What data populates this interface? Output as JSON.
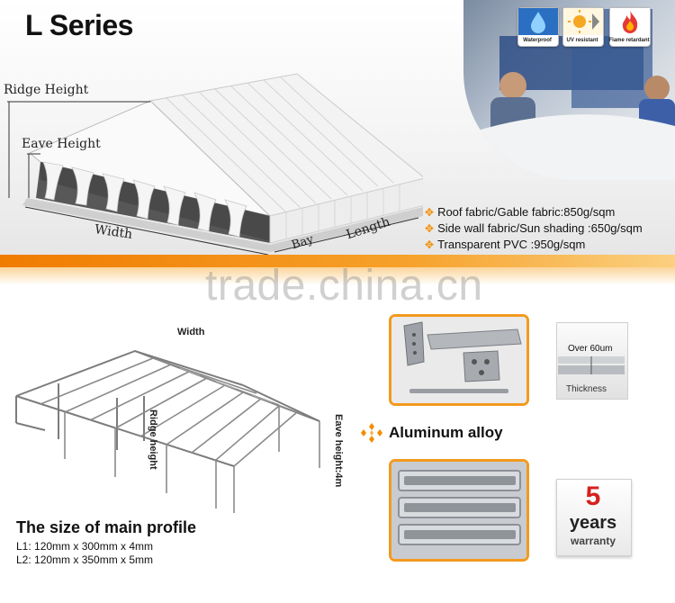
{
  "header": {
    "title": "L Series"
  },
  "tent_diagram": {
    "ridge_height_label": "Ridge Height",
    "eave_height_label": "Eave Height",
    "width_label": "Width",
    "bay_label": "Bay",
    "length_label": "Length"
  },
  "badges": [
    {
      "label": "Waterproof",
      "icon": "water-drop-icon",
      "color": "#1e88e5"
    },
    {
      "label": "UV resistant",
      "icon": "sun-icon",
      "color": "#f5a623"
    },
    {
      "label": "Flame retardant",
      "icon": "flame-icon",
      "color": "#e53935"
    }
  ],
  "fabric_specs": [
    "Roof fabric/Gable fabric:850g/sqm",
    "Side wall fabric/Sun shading :650g/sqm",
    "Transparent PVC :950g/sqm"
  ],
  "watermark": "trade.china.cn",
  "frame_diagram": {
    "width_label": "Width",
    "ridge_height_label": "Ridge height",
    "eave_height_label": "Eave height:4m"
  },
  "profile": {
    "title": "The size of main profile",
    "lines": [
      "L1: 120mm x 300mm x 4mm",
      "L2: 120mm x 350mm x 5mm"
    ]
  },
  "material": {
    "label": "Aluminum alloy"
  },
  "thickness": {
    "value": "Over 60um",
    "label": "Thickness"
  },
  "warranty": {
    "number": "5",
    "unit": "years",
    "word": "warranty"
  },
  "colors": {
    "accent_orange": "#f28c00",
    "warranty_red": "#d6201f"
  }
}
